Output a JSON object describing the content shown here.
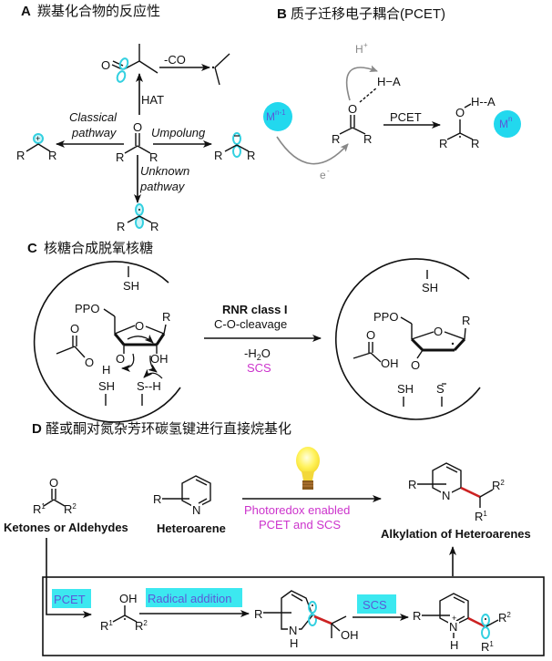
{
  "panels": {
    "A": {
      "letter": "A",
      "title": "羰基化合物的反应性",
      "labels": {
        "co_loss": "-CO",
        "hat": "HAT",
        "classical_1": "Classical",
        "classical_2": "pathway",
        "umpolung": "Umpolung",
        "unknown_1": "Unknown",
        "unknown_2": "pathway",
        "O": "O",
        "R": "R"
      }
    },
    "B": {
      "letter": "B",
      "title": "质子迁移电子耦合(PCET)",
      "labels": {
        "h_plus": "H",
        "plus": "+",
        "ha": "H−A",
        "ha_product": "H--A",
        "e_minus": "e",
        "minus": "-",
        "pcet": "PCET",
        "metal_reduced": "M",
        "metal_reduced_sup": "n-1",
        "metal_oxidized": "M",
        "metal_oxidized_sup": "n",
        "O": "O",
        "R": "R"
      }
    },
    "C": {
      "letter": "C",
      "title": "核糖合成脱氧核糖",
      "labels": {
        "sh": "SH",
        "ppo": "PPO",
        "R": "R",
        "O": "O",
        "oh": "OH",
        "h": "H",
        "s_h": "S--H",
        "s_minus": "S",
        "rnr": "RNR class I",
        "cleavage": "C-O-cleavage",
        "water": "-H",
        "water_sub": "2",
        "water_o": "O",
        "scs": "SCS"
      }
    },
    "D": {
      "letter": "D",
      "title": "醛或酮对氮杂芳环碳氢键进行直接烷基化",
      "labels": {
        "ketones": "Ketones or Aldehydes",
        "heteroarene": "Heteroarene",
        "photoredox_1": "Photoredox enabled",
        "photoredox_2": "PCET and SCS",
        "product": "Alkylation of Heteroarenes",
        "pcet_tag": "PCET",
        "radical_tag": "Radical addition",
        "scs_tag": "SCS",
        "R": "R",
        "R1": "R",
        "R2": "R",
        "sup1": "1",
        "sup2": "2",
        "N": "N",
        "H": "H",
        "O": "O",
        "oh": "OH",
        "plus": "+"
      }
    }
  },
  "colors": {
    "orbital": "#33d0e0",
    "metal": "#22d8ee",
    "tag_bg": "#3ce8f0",
    "tag_text": "#5a5ad8",
    "magenta": "#cc33cc",
    "new_bond": "#cc2222",
    "bulb": "#fff05a"
  }
}
